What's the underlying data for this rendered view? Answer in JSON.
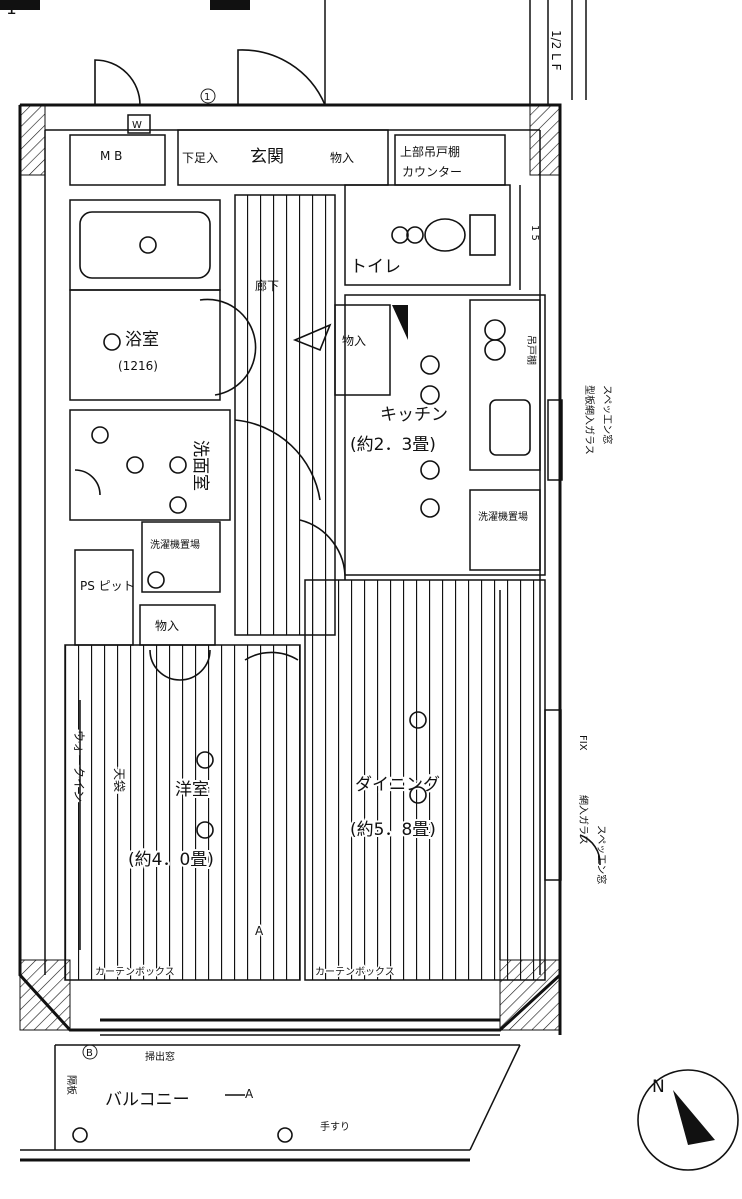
{
  "plan": {
    "top_fragment": "1",
    "dimension_top": "1/2 L F",
    "dimension_side": "1 5",
    "markers": {
      "top": "1",
      "bottom": "B",
      "top_right": "W"
    },
    "rooms": {
      "mb": "M B",
      "shoe_box": "下足入",
      "entrance": "玄関",
      "storage_entrance": "物入",
      "upper_cabinet": "上部吊戸棚",
      "counter": "カウンター",
      "toilet": "トイレ",
      "hallway": "廊下",
      "storage_hall": "物入",
      "bathroom": "浴室",
      "bath_size": "(1216)",
      "kitchen": "キッチン",
      "kitchen_area": "(約2．3畳)",
      "washroom": "洗面室",
      "washer": "洗濯機置場",
      "washer_kitchen": "洗濯機置場",
      "pipe_space": "PS ピット",
      "storage_small": "物入",
      "western": "洋室",
      "western_area": "(約4．0畳)",
      "dining": "ダイニング",
      "dining_area": "(約5．8畳)",
      "ceiling_storage": "天袋",
      "closet": "ウォークイン",
      "curtain_left": "カーテンボックス",
      "curtain_right": "カーテンボックス",
      "balcony": "バルコニー",
      "section_a": "A",
      "section_a_balcony": "A",
      "handrail": "手すり",
      "sliding": "掃出窓",
      "partition": "隔板",
      "side_window_upper": "型板網入ガラス",
      "side_window_upper2": "スペッ工ン窓",
      "wall_cabinet": "吊戸棚",
      "fix_window": "FIX",
      "fix_window2": "網入ガラス",
      "side_window_lower": "スペッ工ン窓",
      "compass_n": "N"
    }
  }
}
